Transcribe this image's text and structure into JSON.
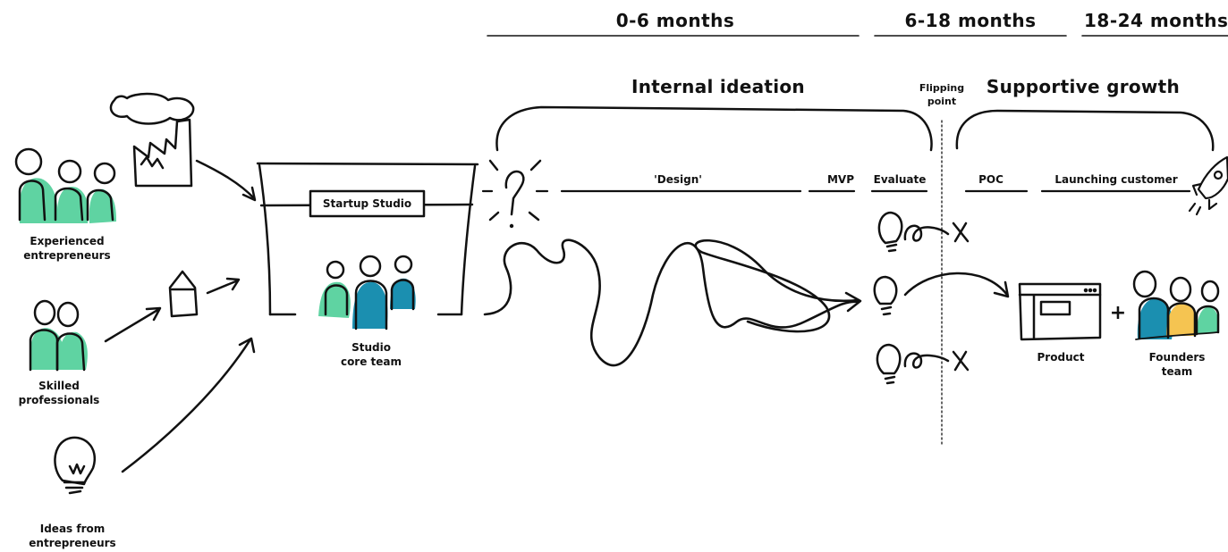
{
  "timeline": {
    "period_1": "0-6 months",
    "period_2": "6-18 months",
    "period_3": "18-24 months"
  },
  "phases": {
    "internal": "Internal ideation",
    "flipping_point": [
      "Flipping",
      "point"
    ],
    "supportive": "Supportive growth"
  },
  "steps": {
    "design": "'Design'",
    "mvp": "MVP",
    "evaluate": "Evaluate",
    "poc": "POC",
    "launching": "Launching customer"
  },
  "inputs": {
    "experienced": [
      "Experienced",
      "entrepreneurs"
    ],
    "skilled": [
      "Skilled",
      "professionals"
    ],
    "ideas": [
      "Ideas from",
      "entrepreneurs"
    ]
  },
  "studio": {
    "title": "Startup Studio",
    "team": [
      "Studio",
      "core team"
    ]
  },
  "outputs": {
    "product": "Product",
    "plus": "+",
    "founders": [
      "Founders",
      "team"
    ]
  },
  "colors": {
    "green": "#5fd3a2",
    "blue": "#1b8fb0",
    "yellow": "#f5c451",
    "ink": "#111111"
  }
}
